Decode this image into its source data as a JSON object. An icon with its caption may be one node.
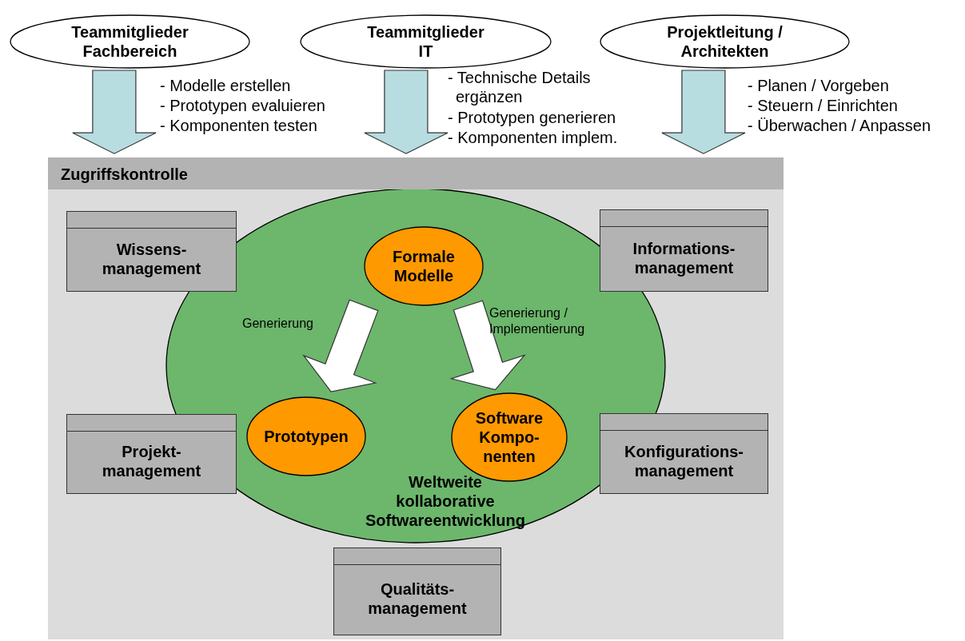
{
  "diagram": {
    "nodes": [
      {
        "text": [
          "Teammitglieder Fachbereich"
        ]
      },
      {
        "text": [
          "Teammitglieder IT"
        ]
      },
      {
        "text": [
          "Projektleitung / Architekten"
        ]
      },
      {
        "text": [
          "Zugriffskontrolle"
        ]
      },
      {
        "text": [
          "Weltweite kollaborative Softwareentwicklung"
        ],
        "in": 3
      },
      {
        "text": [
          "Formale Modelle"
        ],
        "in": 4
      },
      {
        "text": [
          "Prototypen"
        ],
        "in": 4
      },
      {
        "text": [
          "Software Kompo- nenten"
        ],
        "in": 4
      },
      {
        "text": [
          "Wissens- management"
        ],
        "in": 3
      },
      {
        "text": [
          "Informations- management"
        ],
        "in": 3
      },
      {
        "text": [
          "Projekt- management"
        ],
        "in": 3
      },
      {
        "text": [
          "Konfigurations- management"
        ],
        "in": 3
      },
      {
        "text": [
          "Qualitäts- management"
        ],
        "in": 3
      }
    ],
    "edges": [
      {
        "from": 0,
        "to": 3,
        "arrow": "to"
      },
      {
        "from": 1,
        "to": 3,
        "arrow": "to"
      },
      {
        "from": 2,
        "to": 3,
        "arrow": "to"
      },
      {
        "from": 5,
        "to": 6,
        "arrow": "to",
        "label": "Generierung",
        "color": "#ffffff"
      },
      {
        "from": 5,
        "to": 7,
        "arrow": "to",
        "label": "Generierung / Implementierung",
        "color": "#ffffff"
      }
    ],
    "labels": [
      "- Modelle erstellen",
      "- Prototypen evaluieren",
      "- Komponenten testen",
      "- Technische Details ergänzen",
      "- Prototypen generieren",
      "- Komponenten implem.",
      "- Planen / Vorgeben",
      "- Steuern / Einrichten",
      "- Überwachen / Anpassen"
    ]
  }
}
